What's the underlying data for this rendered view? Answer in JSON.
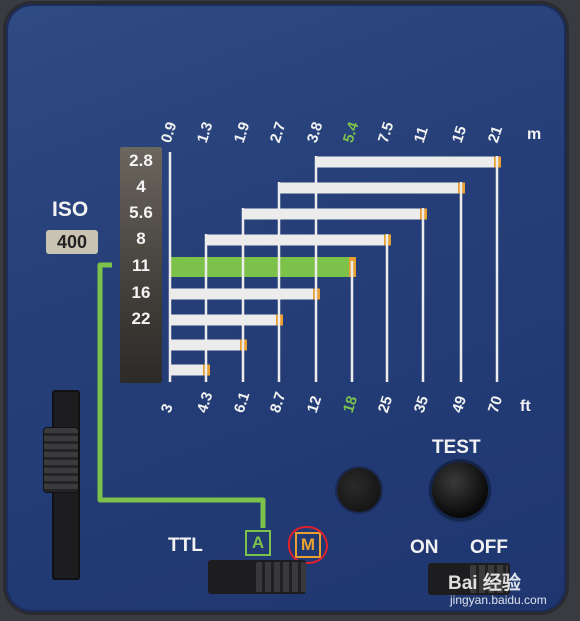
{
  "iso": {
    "label": "ISO",
    "value": "400"
  },
  "aperture": {
    "values": [
      "2.8",
      "4",
      "5.6",
      "8",
      "11",
      "16",
      "22"
    ],
    "selected": "11"
  },
  "distance_m": {
    "unit": "m",
    "ticks": [
      "0.9",
      "1.3",
      "1.9",
      "2.7",
      "3.8",
      "5.4",
      "7.5",
      "11",
      "15",
      "21"
    ],
    "highlighted": "5.4"
  },
  "distance_ft": {
    "unit": "ft",
    "ticks": [
      "3",
      "4.3",
      "6.1",
      "8.7",
      "12",
      "18",
      "25",
      "35",
      "49",
      "70"
    ],
    "highlighted": "18"
  },
  "range_bars": [
    {
      "aperture": "2.8",
      "from": "3.8",
      "to": "21"
    },
    {
      "aperture": "4",
      "from": "2.7",
      "to": "15"
    },
    {
      "aperture": "5.6",
      "from": "1.9",
      "to": "11"
    },
    {
      "aperture": "8",
      "from": "1.3",
      "to": "7.5"
    },
    {
      "aperture": "11",
      "from": "0.9",
      "to": "5.4"
    },
    {
      "aperture": "16",
      "from": "0.9",
      "to": "3.8"
    },
    {
      "aperture": "22",
      "from": "0.9",
      "to": "2.7"
    },
    {
      "aperture": "",
      "from": "0.9",
      "to": "1.9"
    },
    {
      "aperture": "",
      "from": "0.9",
      "to": "1.3"
    }
  ],
  "modes": {
    "label": "TTL",
    "auto": "A",
    "manual": "M"
  },
  "test": {
    "label": "TEST"
  },
  "power": {
    "on": "ON",
    "off": "OFF"
  },
  "watermark": {
    "logo": "Bai 经验",
    "url": "jingyan.baidu.com"
  },
  "colors": {
    "panel": "#263f78",
    "highlight": "#7cc24a",
    "bar": "#ececec",
    "bar_end": "#e8a033",
    "annotation": "#e0202a"
  }
}
